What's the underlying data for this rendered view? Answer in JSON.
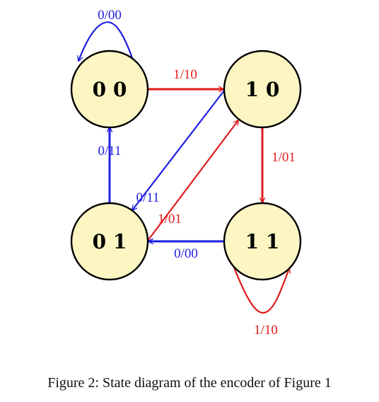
{
  "colors": {
    "node_fill": "#fdf6c3",
    "node_stroke": "#000000",
    "blue": "#1f1fe0",
    "red": "#e01c1c"
  },
  "states": {
    "s00": "0 0",
    "s10": "1 0",
    "s01": "0 1",
    "s11": "1 1"
  },
  "transitions": {
    "self_00": {
      "from": "0 0",
      "to": "0 0",
      "label": "0/00",
      "color": "blue"
    },
    "t00_10": {
      "from": "0 0",
      "to": "1 0",
      "label": "1/10",
      "color": "red"
    },
    "t10_11": {
      "from": "1 0",
      "to": "1 1",
      "label": "1/01",
      "color": "red"
    },
    "t01_00": {
      "from": "0 1",
      "to": "0 0",
      "label": "0/11",
      "color": "blue"
    },
    "t10_01": {
      "from": "1 0",
      "to": "0 1",
      "label": "0/11",
      "color": "blue"
    },
    "t01_10": {
      "from": "0 1",
      "to": "1 0",
      "label": "1/01",
      "color": "red"
    },
    "t11_01": {
      "from": "1 1",
      "to": "0 1",
      "label": "0/00",
      "color": "blue"
    },
    "self_11": {
      "from": "1 1",
      "to": "1 1",
      "label": "1/10",
      "color": "red"
    }
  },
  "caption": "Figure 2: State diagram of the encoder of Figure 1"
}
